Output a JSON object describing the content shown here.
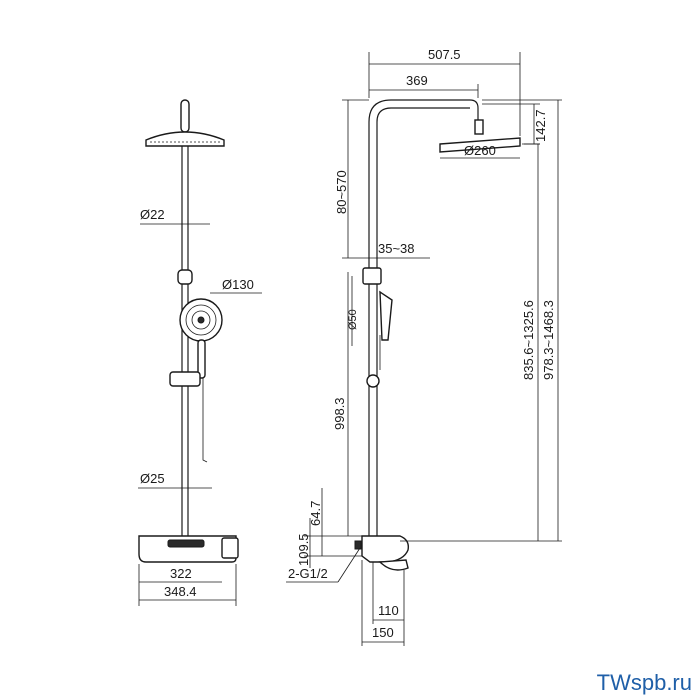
{
  "colors": {
    "line": "#1a1a1a",
    "watermark": "#1f5fa8",
    "background": "#ffffff"
  },
  "front_view": {
    "rod_diameter": "Ø22",
    "hand_shower_diameter": "Ø130",
    "slide_bar_diameter": "Ø25",
    "thermostat_width": "322",
    "overall_width": "348.4"
  },
  "side_view": {
    "arm_reach_total": "507.5",
    "arm_reach": "369",
    "head_shower_height": "142.7",
    "head_shower_diameter": "Ø260",
    "height_adjust_top": "80~570",
    "clamp_size": "35~38",
    "holder_diameter": "Ø50",
    "mixer_to_clamp": "998.3",
    "overall_height_range_a": "835.6~1325.6",
    "overall_height_range_b": "978.3~1468.3",
    "inlet_height_upper": "64.7",
    "inlet_height_lower": "109.5",
    "inlet_thread": "2-G1/2",
    "depth_inner": "110",
    "depth_outer": "150"
  },
  "watermark": "TWspb.ru"
}
